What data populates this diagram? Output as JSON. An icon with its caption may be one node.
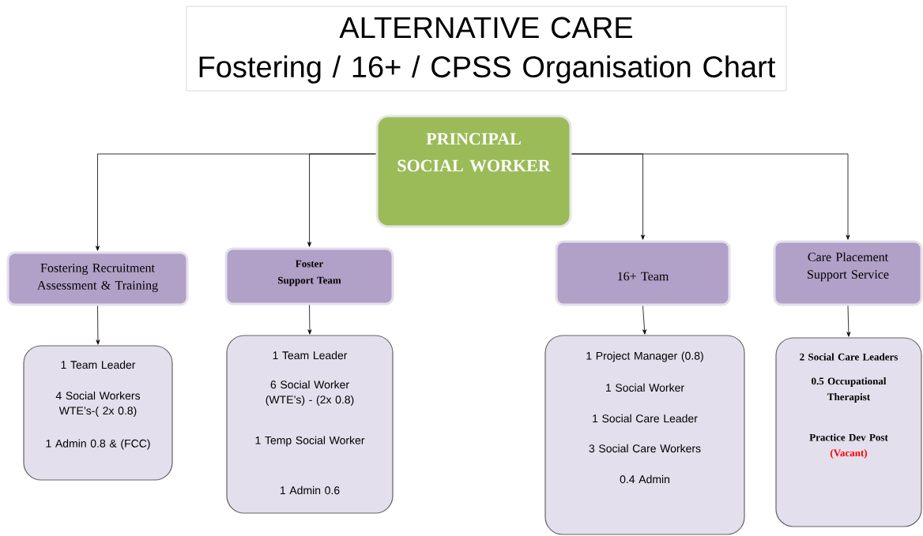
{
  "diagram": {
    "nodes": [
      {
        "text": [
          "ALTERNATIVE CARE",
          "Fostering / 16+ / CPSS Organisation Chart"
        ]
      },
      {
        "text": [
          "PRINCIPAL SOCIAL WORKER"
        ]
      },
      {
        "text": [
          "Fostering Recruitment Assessment & Training"
        ]
      },
      {
        "text": [
          "Foster Support Team"
        ]
      },
      {
        "text": [
          "16+ Team"
        ]
      },
      {
        "text": [
          "Care Placement Support Service"
        ]
      },
      {
        "text": [
          "1 Team Leader",
          "4 Social Workers WTE’s-( 2x 0.8)",
          "1 Admin 0.8 & (FCC)"
        ]
      },
      {
        "text": [
          "1 Team Leader",
          "6 Social Worker (WTE’s) - (2x 0.8)",
          "1 Temp Social Worker",
          "1 Admin 0.6"
        ]
      },
      {
        "text": [
          "1 Project Manager (0.8)",
          "1 Social Worker",
          "1 Social Care Leader",
          "3 Social Care Workers",
          "0.4 Admin"
        ]
      },
      {
        "text": [
          "2 Social Care Leaders",
          "0.5 Occupational Therapist",
          "Practice Dev Post",
          "(Vacant)"
        ]
      }
    ],
    "edges": [
      {
        "from": 1,
        "to": 2,
        "arrow": "to"
      },
      {
        "from": 1,
        "to": 3,
        "arrow": "to"
      },
      {
        "from": 1,
        "to": 4,
        "arrow": "to"
      },
      {
        "from": 1,
        "to": 5,
        "arrow": "to"
      },
      {
        "from": 2,
        "to": 6,
        "arrow": "to"
      },
      {
        "from": 3,
        "to": 7,
        "arrow": "to"
      },
      {
        "from": 4,
        "to": 8,
        "arrow": "to"
      },
      {
        "from": 5,
        "to": 9,
        "arrow": "to"
      }
    ]
  }
}
